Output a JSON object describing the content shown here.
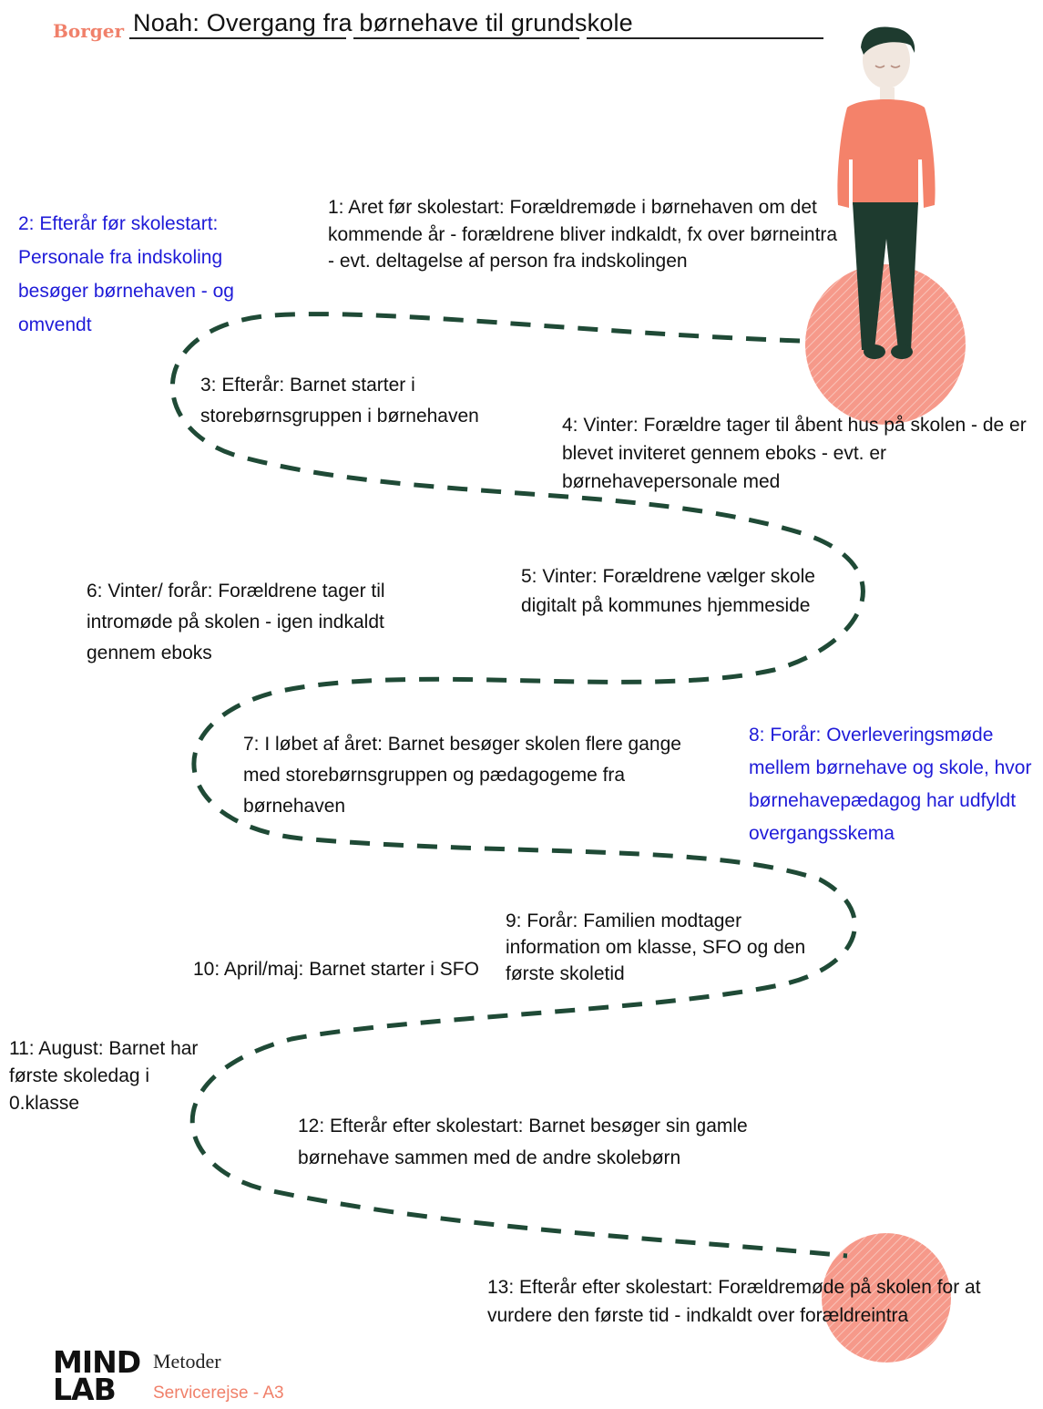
{
  "header": {
    "category": "Borger",
    "title": "Noah: Overgang fra børnehave til grundskole"
  },
  "steps": [
    {
      "id": 1,
      "text": "1: Aret før skolestart: Forældremøde i børnehaven om det kommende år - forældrene bliver indkaldt, fx over børneintra - evt. deltagelse af person fra indskolingen"
    },
    {
      "id": 2,
      "text": "2: Efterår før skolestart: Personale fra indskoling besøger børnehaven - og omvendt",
      "highlight": "blue"
    },
    {
      "id": 3,
      "text": "3: Efterår: Barnet starter i storebørnsgruppen i børnehaven"
    },
    {
      "id": 4,
      "text": "4: Vinter: Forældre tager til åbent hus på skolen - de er blevet inviteret gennem eboks - evt. er børnehavepersonale med"
    },
    {
      "id": 5,
      "text": "5: Vinter: Forældrene vælger skole digitalt på kommunes hjemmeside"
    },
    {
      "id": 6,
      "text": "6: Vinter/ forår: Forældrene tager til intromøde på skolen - igen indkaldt gennem eboks"
    },
    {
      "id": 7,
      "text": "7: I løbet af året: Barnet besøger skolen flere gange med storebørnsgruppen og pædagogeme fra børnehaven"
    },
    {
      "id": 8,
      "text": "8: Forår: Overleveringsmøde mellem børnehave og skole, hvor børnehavepædagog har udfyldt overgangsskema",
      "highlight": "blue"
    },
    {
      "id": 9,
      "text": "9: Forår: Familien modtager information om klasse, SFO og den første skoletid"
    },
    {
      "id": 10,
      "text": "10: April/maj: Barnet starter i SFO"
    },
    {
      "id": 11,
      "text": "11: August: Barnet har første skoledag i 0.klasse"
    },
    {
      "id": 12,
      "text": "12: Efterår efter skolestart: Barnet besøger sin gamle børnehave sammen med de andre skolebørn"
    },
    {
      "id": 13,
      "text": "13: Efterår efter skolestart: Forældremøde på skolen for at vurdere den første tid - indkaldt over forældreintra"
    }
  ],
  "footer": {
    "logo_line1": "MIND",
    "logo_line2": "LAB",
    "methods": "Metoder",
    "service": "Servicerejse - A3"
  },
  "colors": {
    "path": "#1f4a36",
    "accent": "#f0806a",
    "highlight_text": "#1f1bd8",
    "person_shirt": "#f4826a",
    "person_pants": "#1e3b2f",
    "circle": "#f4a596"
  }
}
